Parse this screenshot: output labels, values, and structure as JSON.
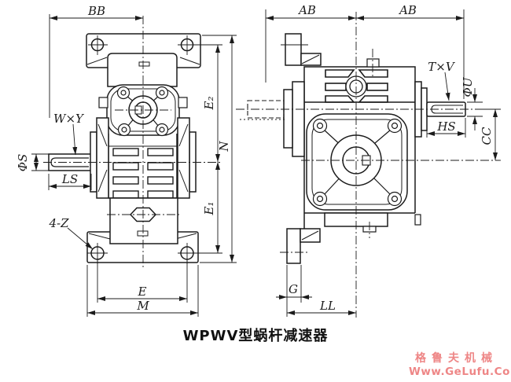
{
  "caption": "WPWV型蜗杆减速器",
  "watermark": {
    "line1": "格鲁夫机械",
    "line2": "Www.GeLufu.Com",
    "color": "#ee8686"
  },
  "drawing": {
    "line_color": "#1b1b1b",
    "background": "#ffffff",
    "views": [
      "front-view",
      "side-view"
    ]
  },
  "labels": {
    "bb": "BB",
    "ab1": "AB",
    "ab2": "AB",
    "e2": "E₂",
    "e1": "E₁",
    "n": "N",
    "wxy": "W×Y",
    "phis": "ΦS",
    "ls": "LS",
    "fourz": "4-Z",
    "e": "E",
    "m": "M",
    "txv": "T×V",
    "phiu": "ΦU",
    "hs": "HS",
    "cc": "CC",
    "g": "G",
    "ll": "LL"
  }
}
